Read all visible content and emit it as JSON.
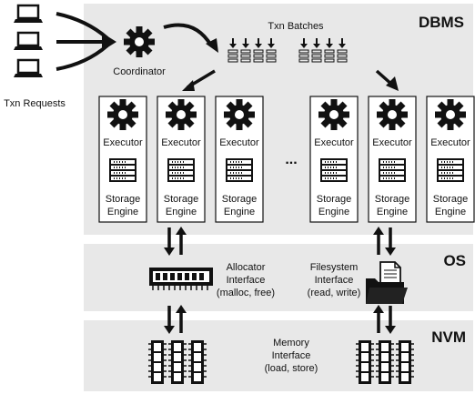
{
  "client": {
    "label": "Txn Requests",
    "icon": "computer-icon"
  },
  "dbms": {
    "title": "DBMS",
    "coordinator_label": "Coordinator",
    "batches_label": "Txn Batches",
    "ellipsis": "...",
    "executor_label": "Executor",
    "storage_engine_line1": "Storage",
    "storage_engine_line2": "Engine",
    "engine_count": 6,
    "icons": [
      "gear-icon",
      "server-rack-icon",
      "batch-queue-icon"
    ]
  },
  "os": {
    "title": "OS",
    "allocator": {
      "line1": "Allocator",
      "line2": "Interface",
      "line3": "(malloc, free)",
      "icon": "memory-chip-icon"
    },
    "filesystem": {
      "line1": "Filesystem",
      "line2": "Interface",
      "line3": "(read, write)",
      "icon": "folder-file-icon"
    }
  },
  "nvm": {
    "title": "NVM",
    "memory": {
      "line1": "Memory",
      "line2": "Interface",
      "line3": "(load, store)",
      "icon": "nvm-module-icon"
    }
  },
  "colors": {
    "layer_fill": "#e8e8e8",
    "card_fill": "#ffffff",
    "ink": "#111111"
  }
}
